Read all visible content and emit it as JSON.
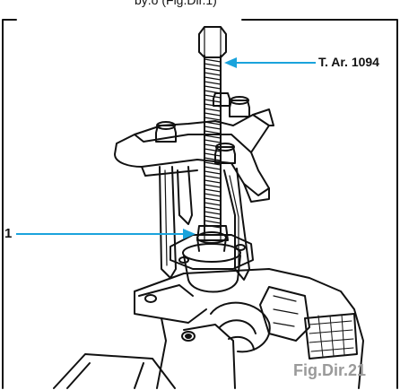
{
  "header_fragment": "by:o (Fig.Dir.1)",
  "callouts": {
    "tool": "T. Ar. 1094",
    "part": "1"
  },
  "caption": "Fig.Dir.21",
  "colors": {
    "leader_line": "#1aa3dc",
    "caption": "#9a9a9a",
    "ink": "#111111"
  }
}
